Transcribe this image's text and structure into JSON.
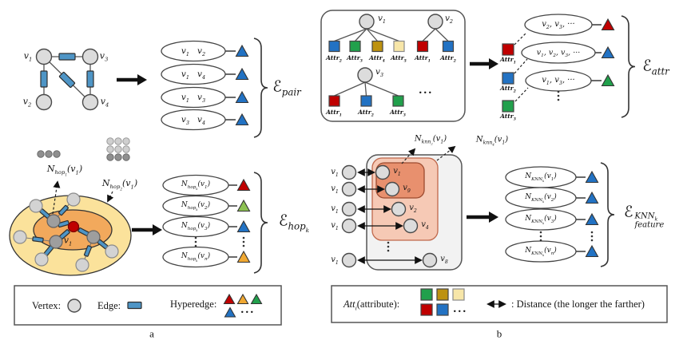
{
  "colors": {
    "red": "#C00000",
    "blue": "#2272C3",
    "edge_blue": "#4E95C6",
    "green": "#21A04C",
    "light_green": "#8CC152",
    "gold": "#BD9210",
    "cream": "#F7E6A8",
    "amber": "#F0A832",
    "hop_outer_ellipse": "#FBE29B",
    "hop_inner_ellipse": "#F2A95C",
    "knn_outer_box": "#F2F2F2",
    "knn_mid_box": "#F6C9B5",
    "knn_inner_box": "#E8906E",
    "vertex_gray": "#D9D9D9"
  },
  "panel_a": {
    "caption": "a",
    "graph": {
      "v1": "v<sub>1</sub>",
      "v2": "v<sub>2</sub>",
      "v3": "v<sub>3</sub>",
      "v4": "v<sub>4</sub>"
    },
    "pair": {
      "rows": [
        {
          "text": "v<sub>1</sub>&nbsp;&nbsp;&nbsp;v<sub>2</sub>",
          "triangle": "blue"
        },
        {
          "text": "v<sub>1</sub>&nbsp;&nbsp;&nbsp;v<sub>4</sub>",
          "triangle": "blue"
        },
        {
          "text": "v<sub>1</sub>&nbsp;&nbsp;&nbsp;v<sub>3</sub>",
          "triangle": "blue"
        },
        {
          "text": "v<sub>3</sub>&nbsp;&nbsp;&nbsp;v<sub>4</sub>",
          "triangle": "blue"
        }
      ],
      "label": "<span class='esc'>ℰ</span><sub>pair</sub>"
    },
    "hop": {
      "cluster_label_1": "N<sub>hop<sub>1</sub></sub>(v<sub>1</sub>)",
      "cluster_label_2": "N<sub>hop<sub>2</sub></sub>(v<sub>1</sub>)",
      "center_label": "v<sub>1</sub>",
      "rows": [
        {
          "text": "N<sub>hop<sub>k</sub></sub>(v<sub>1</sub>)",
          "triangle": "red"
        },
        {
          "text": "N<sub>hop<sub>k</sub></sub>(v<sub>2</sub>)",
          "triangle": "light_green"
        },
        {
          "text": "N<sub>hop<sub>k</sub></sub>(v<sub>3</sub>)",
          "triangle": "blue"
        },
        {
          "text": "N<sub>hop<sub>k</sub></sub>(v<sub>n</sub>)",
          "triangle": "amber"
        }
      ],
      "label": "<span class='esc'>ℰ</span><sub>hop<sub>k</sub></sub>"
    },
    "legend": {
      "vertex": "Vertex:",
      "edge": "Edge:",
      "hyperedge": "Hyperedge:",
      "more": "···"
    }
  },
  "panel_b": {
    "caption": "b",
    "attr_box": {
      "trees": [
        {
          "vertex": "v<sub>1</sub>",
          "children": [
            {
              "label": "Attr<sub>2</sub>",
              "color": "blue"
            },
            {
              "label": "Attr<sub>3</sub>",
              "color": "green"
            },
            {
              "label": "Attr<sub>4</sub>",
              "color": "gold"
            },
            {
              "label": "Attr<sub>5</sub>",
              "color": "cream"
            }
          ]
        },
        {
          "vertex": "v<sub>2</sub>",
          "children": [
            {
              "label": "Attr<sub>1</sub>",
              "color": "red"
            },
            {
              "label": "Attr<sub>2</sub>",
              "color": "blue"
            }
          ]
        },
        {
          "vertex": "v<sub>3</sub>",
          "children": [
            {
              "label": "Attr<sub>1</sub>",
              "color": "red"
            },
            {
              "label": "Attr<sub>2</sub>",
              "color": "blue"
            },
            {
              "label": "Attr<sub>3</sub>",
              "color": "green"
            }
          ]
        }
      ],
      "more": "···"
    },
    "attr": {
      "squares": [
        {
          "label": "Attr<sub>1</sub>",
          "color": "red"
        },
        {
          "label": "Attr<sub>2</sub>",
          "color": "blue"
        },
        {
          "label": "Attr<sub>3</sub>",
          "color": "green"
        }
      ],
      "rows": [
        {
          "text": "v<sub>2</sub>, v<sub>3</sub>, ···",
          "triangle": "red"
        },
        {
          "text": "v<sub>1</sub>, v<sub>2</sub>, v<sub>3</sub>, ···",
          "triangle": "blue"
        },
        {
          "text": "v<sub>1</sub>, v<sub>3</sub>, ···",
          "triangle": "green"
        }
      ],
      "label": "<span class='esc'>ℰ</span><sub>attr</sub>"
    },
    "knn": {
      "label_knn2": "N<sub>knn<sub>2</sub></sub>(v<sub>1</sub>)",
      "label_knn4": "N<sub>knn<sub>4</sub></sub>(v<sub>1</sub>)",
      "left_rows": [
        "v<sub>1</sub>",
        "v<sub>1</sub>",
        "v<sub>1</sub>",
        "v<sub>1</sub>",
        "v<sub>1</sub>"
      ],
      "targets": [
        "v<sub>1</sub>",
        "v<sub>9</sub>",
        "v<sub>2</sub>",
        "v<sub>4</sub>",
        "v<sub>8</sub>"
      ]
    },
    "feature": {
      "rows": [
        {
          "text": "N<sub>KNN<sub>k</sub></sub>(v<sub>1</sub>)",
          "triangle": "blue"
        },
        {
          "text": "N<sub>KNN<sub>k</sub></sub>(v<sub>2</sub>)",
          "triangle": "blue"
        },
        {
          "text": "N<sub>KNN<sub>k</sub></sub>(v<sub>3</sub>)",
          "triangle": "blue"
        },
        {
          "text": "N<sub>KNN<sub>k</sub></sub>(v<sub>n</sub>)",
          "triangle": "blue"
        }
      ],
      "label": "<span class='esc'>ℰ</span><span class='stack'><span>KNN<sub>k</sub></span><span>feature</span></span>"
    },
    "legend": {
      "att": "<i>Att<sub>i</sub></i>(attribute):",
      "distance": ": Distance (the longer the farther)",
      "more": "···"
    }
  }
}
